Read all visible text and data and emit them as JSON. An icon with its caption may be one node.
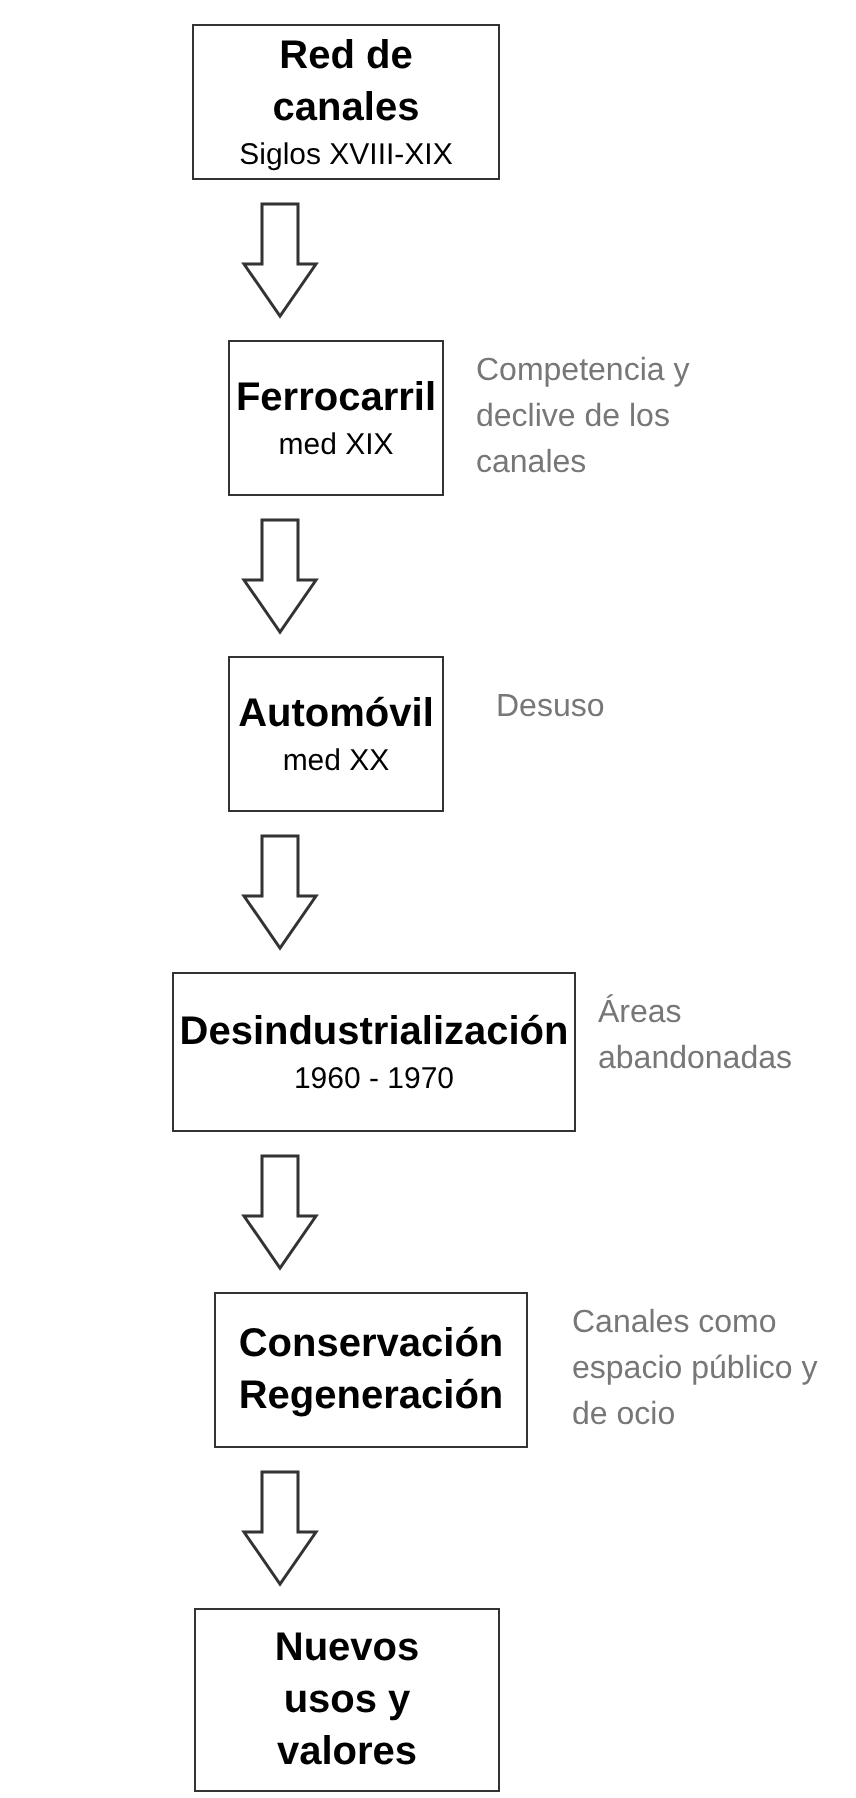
{
  "diagram": {
    "nodes": [
      {
        "text": [
          "Red de canales",
          "Siglos XVIII-XIX"
        ]
      },
      {
        "text": [
          "Ferrocarril",
          "med XIX"
        ],
        "beside": [
          "Competencia y declive de los canales"
        ]
      },
      {
        "text": [
          "Automóvil",
          "med XX"
        ],
        "beside": [
          "Desuso"
        ]
      },
      {
        "text": [
          "Desindustrialización",
          "1960 - 1970"
        ],
        "beside": [
          "Áreas abandonadas"
        ]
      },
      {
        "text": [
          "Conservación Regeneración"
        ],
        "beside": [
          "Canales como espacio público y de ocio"
        ]
      },
      {
        "text": [
          "Nuevos usos y valores"
        ]
      }
    ],
    "edges": [
      {
        "from": 0,
        "to": 1,
        "arrow": "to"
      },
      {
        "from": 1,
        "to": 2,
        "arrow": "to"
      },
      {
        "from": 2,
        "to": 3,
        "arrow": "to"
      },
      {
        "from": 3,
        "to": 4,
        "arrow": "to"
      },
      {
        "from": 4,
        "to": 5,
        "arrow": "to"
      }
    ]
  }
}
